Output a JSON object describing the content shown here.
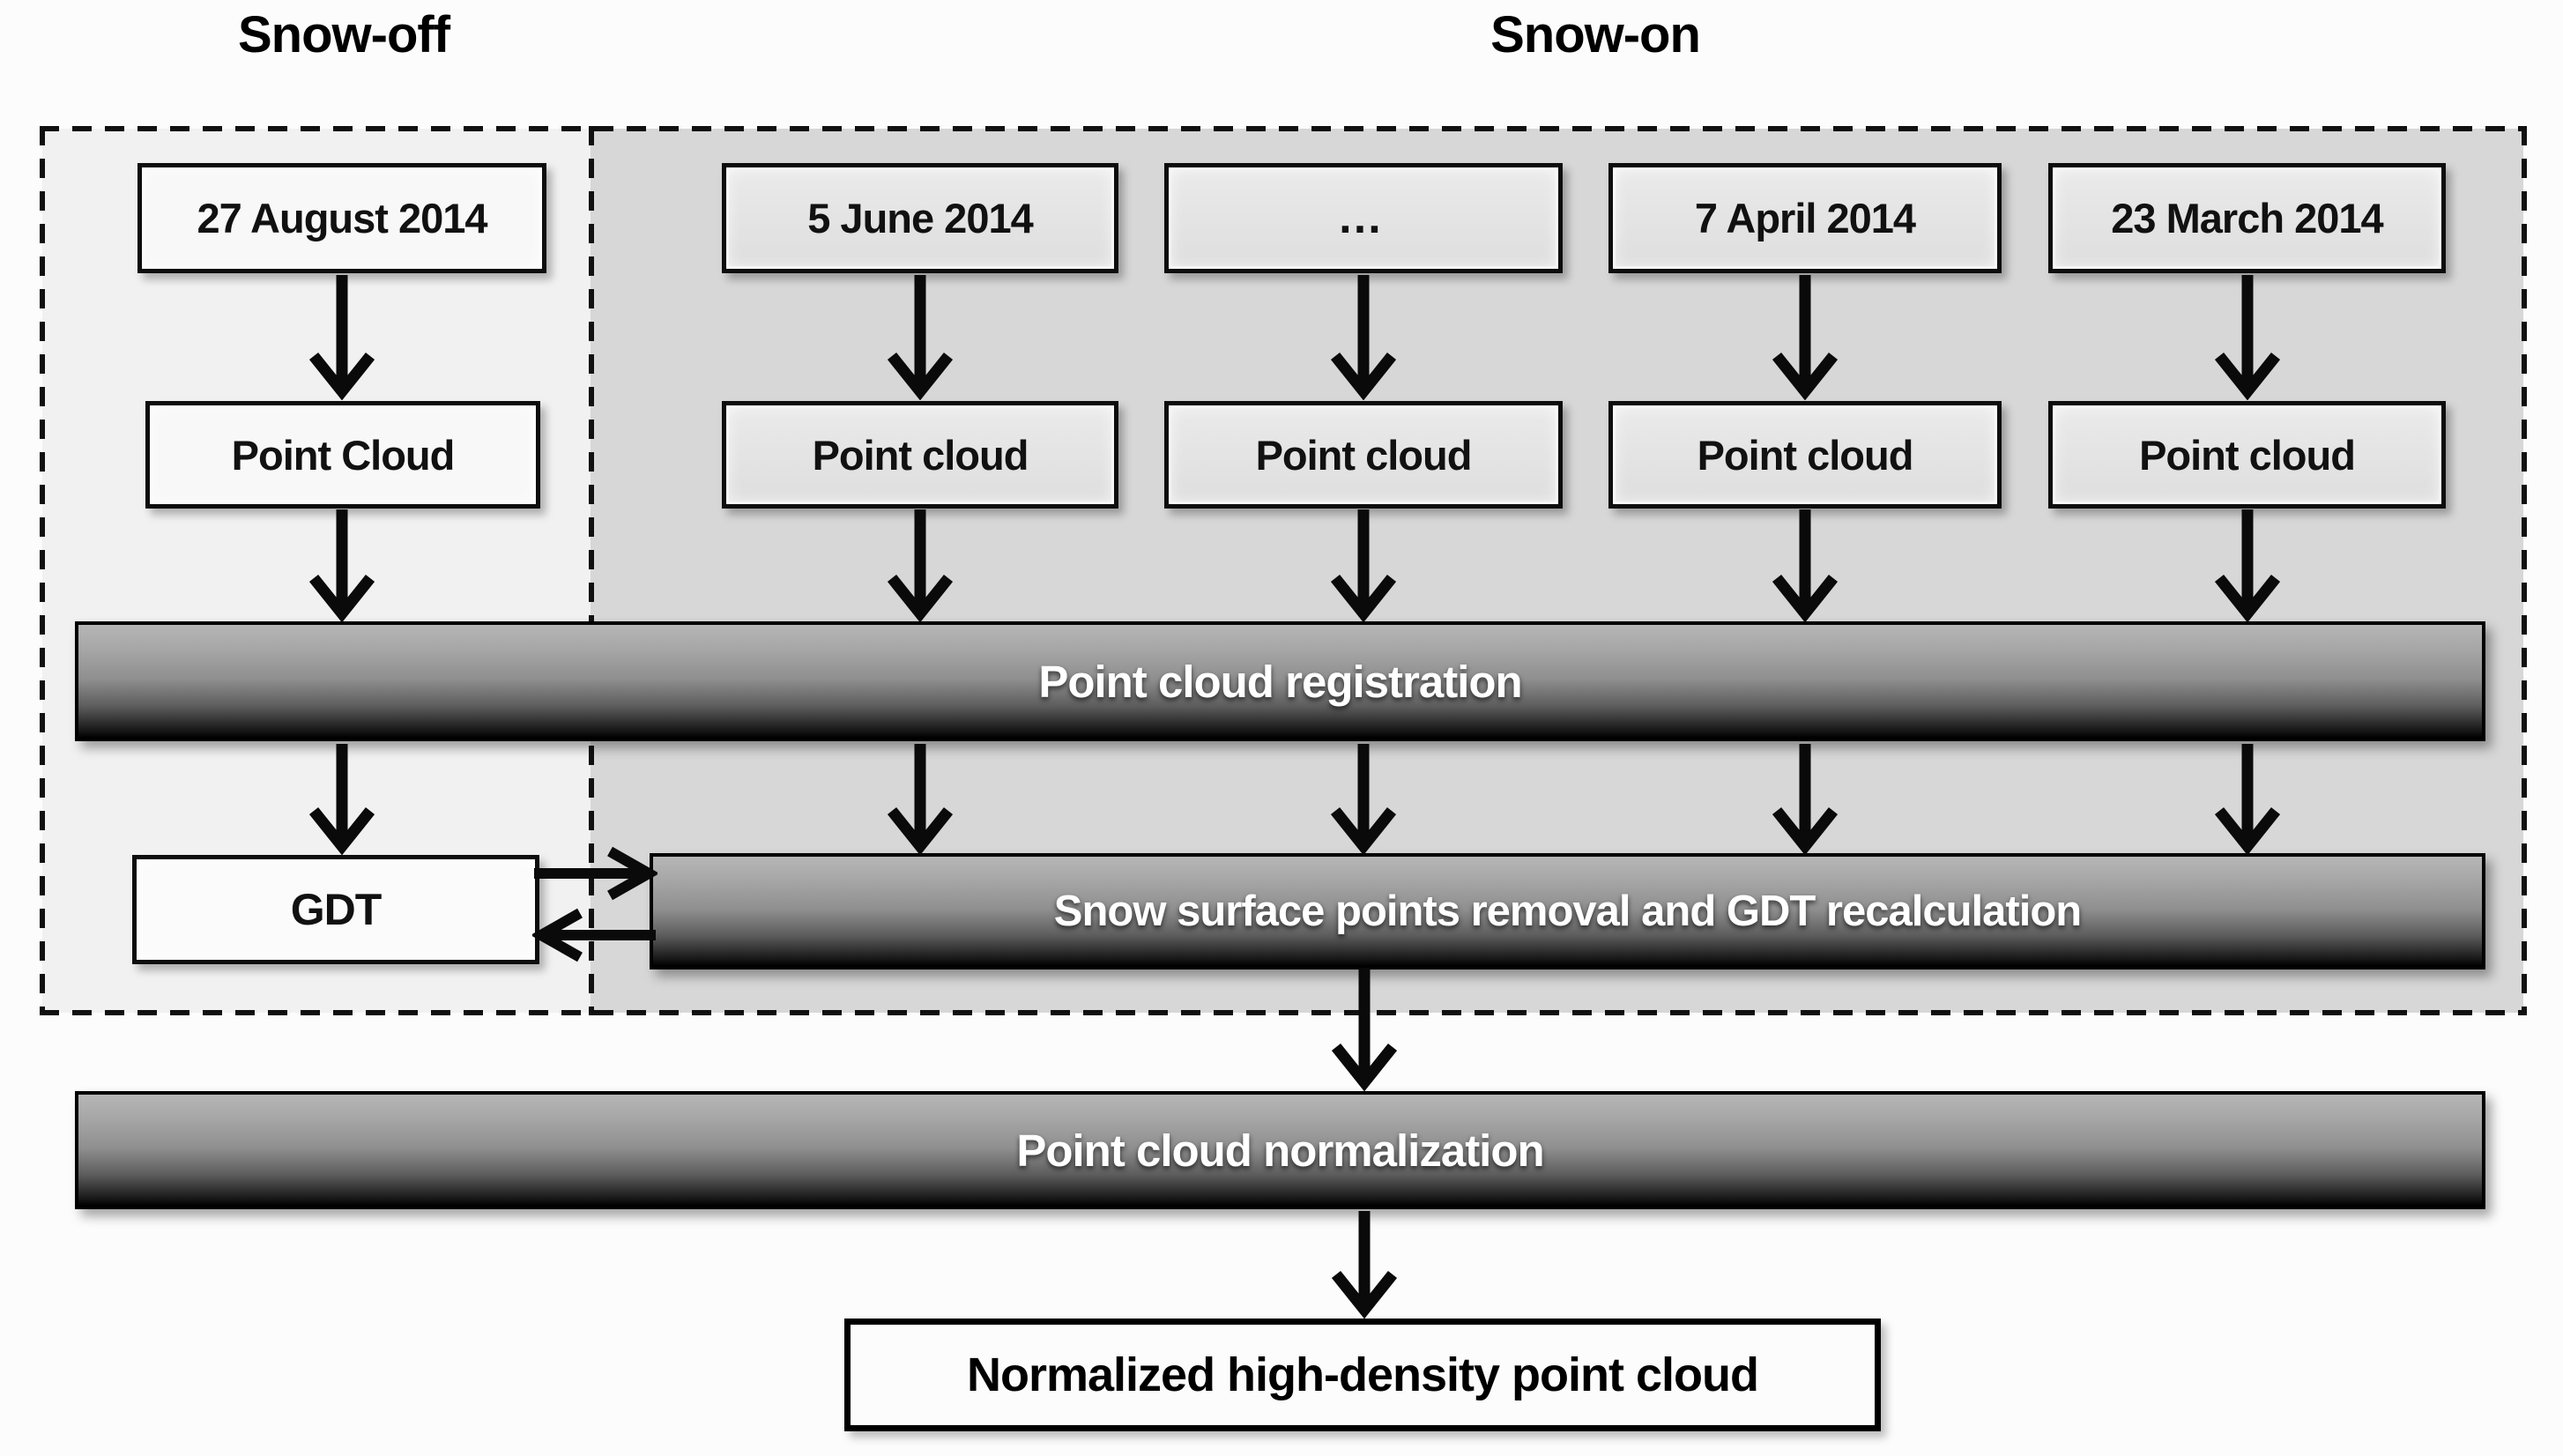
{
  "titles": {
    "snow_off": "Snow-off",
    "snow_on": "Snow-on"
  },
  "columns": [
    {
      "section": "snow-off",
      "date": "27 August 2014",
      "cloud": "Point Cloud"
    },
    {
      "section": "snow-on",
      "date": "5 June 2014",
      "cloud": "Point cloud"
    },
    {
      "section": "snow-on",
      "date": "…",
      "cloud": "Point cloud"
    },
    {
      "section": "snow-on",
      "date": "7 April 2014",
      "cloud": "Point cloud"
    },
    {
      "section": "snow-on",
      "date": "23 March 2014",
      "cloud": "Point cloud"
    }
  ],
  "process_bars": {
    "registration": "Point cloud registration",
    "snow_surface": "Snow surface points removal and GDT recalculation",
    "normalization": "Point cloud normalization"
  },
  "gdt_label": "GDT",
  "output_box": "Normalized high-density point cloud",
  "colors": {
    "snow_off_bg": "#f1f1f1",
    "snow_on_bg": "#d7d7d7",
    "line": "#0a0a0a",
    "bar_text": "#ffffff",
    "box_text": "#111111"
  }
}
